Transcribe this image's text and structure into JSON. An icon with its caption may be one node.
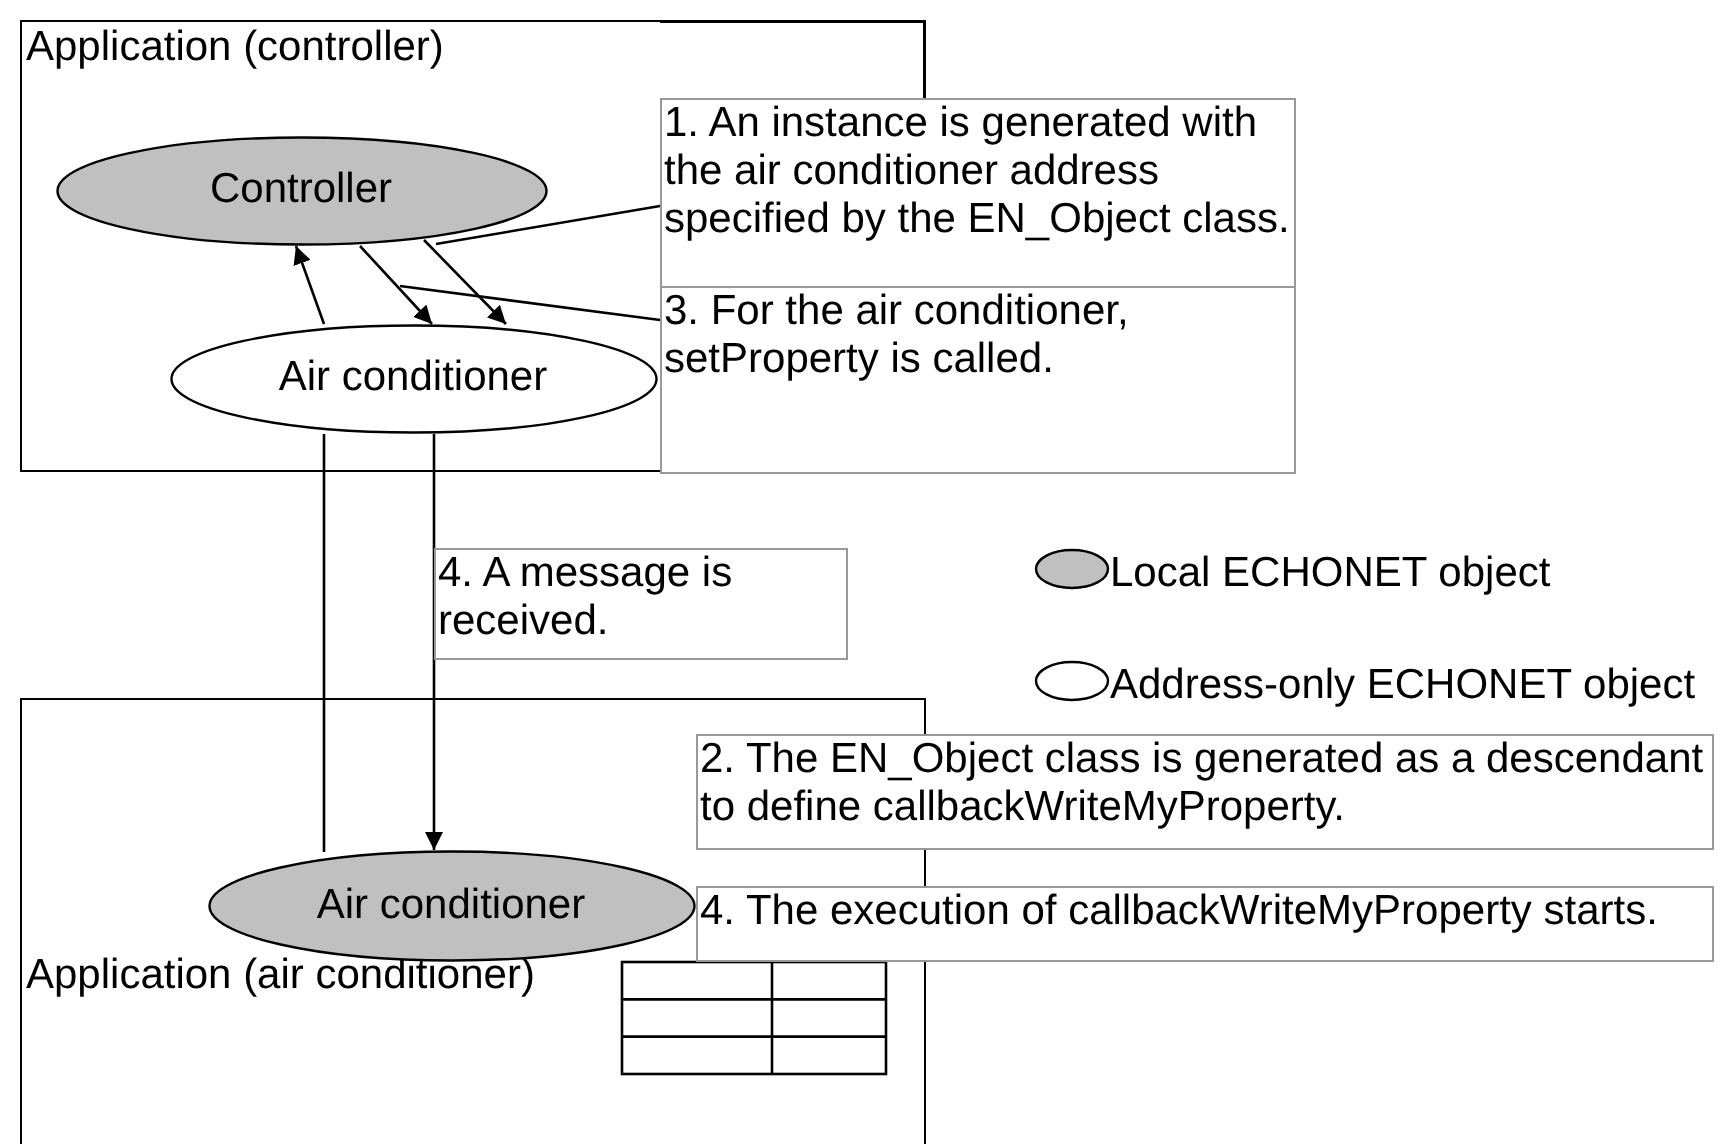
{
  "diagram": {
    "nodes": [
      {
        "text": [
          "Application (controller)"
        ]
      },
      {
        "text": [
          "Controller"
        ],
        "in": 0
      },
      {
        "text": [
          "Air conditioner"
        ],
        "in": 0
      },
      {
        "text": [
          "1. An instance is generated with the air conditioner address specified by the EN_Object class."
        ]
      },
      {
        "text": [
          "3. For the air conditioner, setProperty is called."
        ]
      },
      {
        "text": [
          "4. A message is received."
        ]
      },
      {
        "text": [
          "Application (air conditioner)"
        ]
      },
      {
        "text": [
          "Air conditioner"
        ],
        "in": 6
      },
      {
        "text": [
          "2. The EN_Object class is generated as a descendant to define callbackWriteMyProperty."
        ]
      },
      {
        "text": [
          "4. The execution of callbackWriteMyProperty starts."
        ]
      }
    ],
    "edges": [
      {
        "from": 2,
        "to": 1,
        "arrow": "to"
      },
      {
        "from": 1,
        "to": 2,
        "arrow": "to"
      },
      {
        "from": 1,
        "to": 2,
        "arrow": "to"
      },
      {
        "from": 3,
        "to": 1,
        "arrow": "none"
      },
      {
        "from": 4,
        "to": null,
        "arrow": "none"
      },
      {
        "from": 2,
        "to": 7,
        "arrow": "none"
      },
      {
        "from": 2,
        "to": 7,
        "arrow": "to"
      }
    ],
    "legend": [
      {
        "text": "Local ECHONET object",
        "color": "#c0c0c0"
      },
      {
        "text": "Address-only ECHONET object"
      }
    ]
  }
}
